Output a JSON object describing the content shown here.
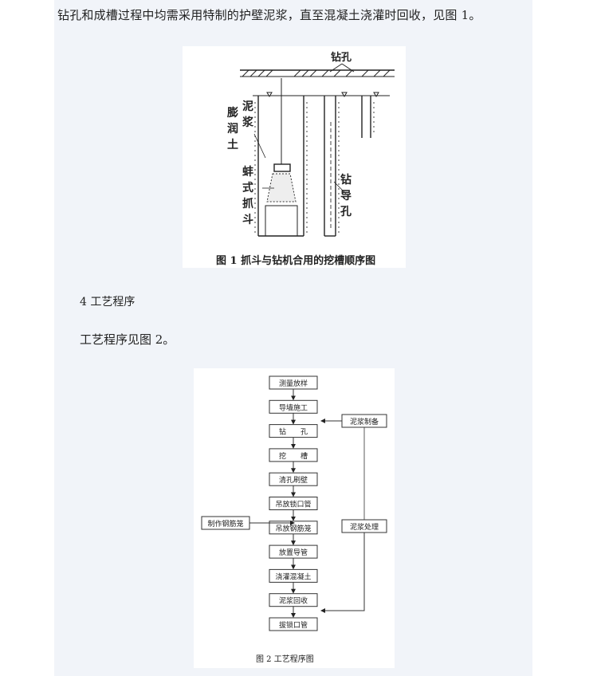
{
  "doc": {
    "paragraph_1": "钻孔和成槽过程中均需采用特制的护壁泥浆，直至混凝土浇灌时回收，见图 1。",
    "section_heading": "4 工艺程序",
    "paragraph_2": "工艺程序见图 2。"
  },
  "figure1": {
    "caption": "图 1 抓斗与钻机合用的挖槽顺序图",
    "label_drill_hole": "钻孔",
    "label_bentonite": [
      "膨",
      "润",
      "土"
    ],
    "label_mud": [
      "泥",
      "浆"
    ],
    "label_grab": [
      "蚌",
      "式",
      "抓",
      "斗"
    ],
    "label_pilot_hole": [
      "钻",
      "导",
      "孔"
    ]
  },
  "figure2": {
    "caption": "图 2  工艺程序图",
    "main_steps": [
      "测量放样",
      "导墙施工",
      "钻　　孔",
      "挖　　槽",
      "清孔刷壁",
      "吊放锁口管",
      "吊放钢筋笼",
      "放置导管",
      "浇灌混凝土",
      "泥浆回收",
      "拔锁口管"
    ],
    "mud_prep": "泥浆制备",
    "mud_treat": "泥浆处理",
    "rebar_make": "制作钢筋笼"
  }
}
